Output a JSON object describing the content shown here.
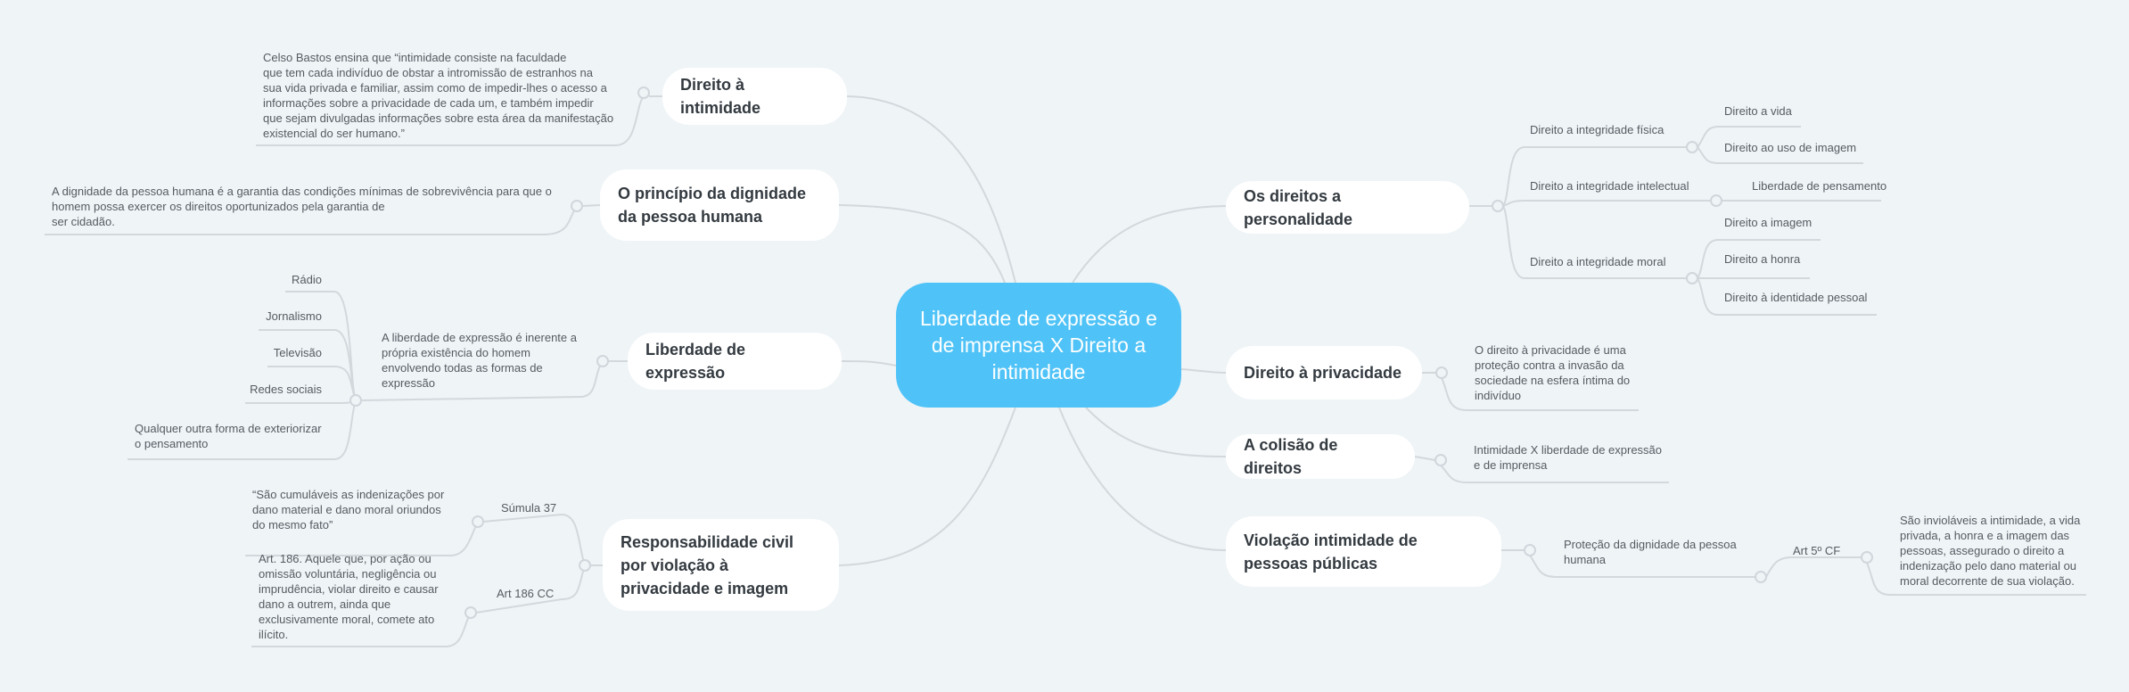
{
  "central": "Liberdade de expressão e de imprensa X Direito a intimidade",
  "left": {
    "intimidade": {
      "title": "Direito à intimidade",
      "note": "Celso Bastos ensina que “intimidade consiste na faculdade\nque tem cada indivíduo de obstar a intromissão de estranhos na\nsua vida privada e familiar, assim como de impedir-lhes o acesso a\ninformações sobre a privacidade de cada um, e também impedir\nque sejam divulgadas informações sobre esta área da manifestação\nexistencial do ser humano.”"
    },
    "dignidade": {
      "title": "O princípio da dignidade da pessoa humana",
      "note": "A dignidade da pessoa humana é a garantia das condições mínimas de sobrevivência para que o\nhomem possa exercer os direitos oportunizados pela garantia de\nser cidadão."
    },
    "liberdade": {
      "title": "Liberdade de expressão",
      "note": "A liberdade de expressão é inerente a\nprópria existência do homem\nenvolvendo todas as formas de\nexpressão",
      "items": [
        "Rádio",
        "Jornalismo",
        "Televisão",
        "Redes sociais",
        "Qualquer outra forma de exteriorizar\no pensamento"
      ]
    },
    "responsabilidade": {
      "title": "Responsabilidade civil por violação à privacidade e imagem",
      "sumula": "Súmula 37",
      "sumula_text": "“São cumuláveis as indenizações por\ndano material e dano moral oriundos\ndo mesmo fato”",
      "art": "Art 186 CC",
      "art_text": "Art. 186. Aquele que, por ação ou\nomissão voluntária, negligência ou\nimprudência, violar direito e causar\ndano a outrem, ainda que\nexclusivamente moral, comete ato\nilícito."
    }
  },
  "right": {
    "personalidade": {
      "title": "Os direitos a personalidade",
      "fisica": "Direito a integridade física",
      "fisica_items": [
        "Direito a vida",
        "Direito ao uso de imagem"
      ],
      "intelectual": "Direito a integridade intelectual",
      "intelectual_items": [
        "Liberdade de pensamento"
      ],
      "moral": "Direito a integridade moral",
      "moral_items": [
        "Direito a imagem",
        "Direito a honra",
        "Direito à identidade pessoal"
      ]
    },
    "privacidade": {
      "title": "Direito à privacidade",
      "note": "O direito à privacidade é uma\nproteção contra a invasão da\nsociedade na esfera íntima do\nindivíduo"
    },
    "colisao": {
      "title": "A colisão de direitos",
      "note": "Intimidade X liberdade de expressão\ne de imprensa"
    },
    "violacao": {
      "title": "Violação intimidade de pessoas públicas",
      "protecao": "Proteção da dignidade da pessoa\nhumana",
      "art": "Art 5º CF",
      "art_text": "São invioláveis a intimidade, a vida\nprivada, a honra e a imagem das\npessoas, assegurado o direito a\nindenização pelo dano material ou\nmoral decorrente de sua violação."
    }
  },
  "colors": {
    "background": "#eff4f7",
    "central": "#4fc3f7",
    "line": "#d0d6db"
  }
}
